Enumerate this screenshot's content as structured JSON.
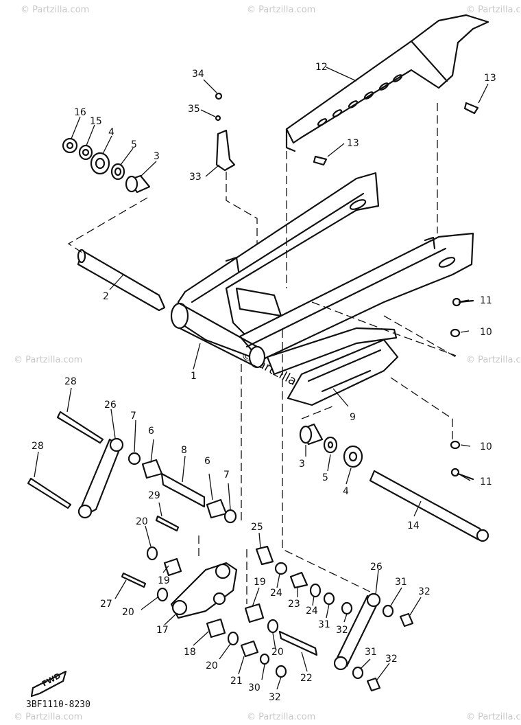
{
  "watermark": {
    "text": "© Partzilla.com",
    "center_text": "©Partzilla.com"
  },
  "figure_code": "3BF1110-8230",
  "fwd_label": "FWD",
  "callouts": {
    "c34": "34",
    "c35": "35",
    "c33": "33",
    "c16": "16",
    "c15": "15",
    "c4a": "4",
    "c5a": "5",
    "c3a": "3",
    "c12": "12",
    "c13a": "13",
    "c13b": "13",
    "c2": "2",
    "c1": "1",
    "c11a": "11",
    "c10a": "10",
    "c9": "9",
    "c10b": "10",
    "c11b": "11",
    "c3b": "3",
    "c5b": "5",
    "c4b": "4",
    "c14": "14",
    "c28a": "28",
    "c28b": "28",
    "c26a": "26",
    "c7a": "7",
    "c6a": "6",
    "c8": "8",
    "c6b": "6",
    "c7b": "7",
    "c29": "29",
    "c20a": "20",
    "c19a": "19",
    "c27": "27",
    "c20b": "20",
    "c17": "17",
    "c25": "25",
    "c19b": "19",
    "c24a": "24",
    "c23": "23",
    "c24b": "24",
    "c31a": "31",
    "c32a": "32",
    "c26b": "26",
    "c31b": "31",
    "c32b": "32",
    "c18": "18",
    "c20c": "20",
    "c20d": "20",
    "c21": "21",
    "c30": "30",
    "c32c": "32",
    "c22": "22",
    "c31c": "31",
    "c32d": "32"
  }
}
